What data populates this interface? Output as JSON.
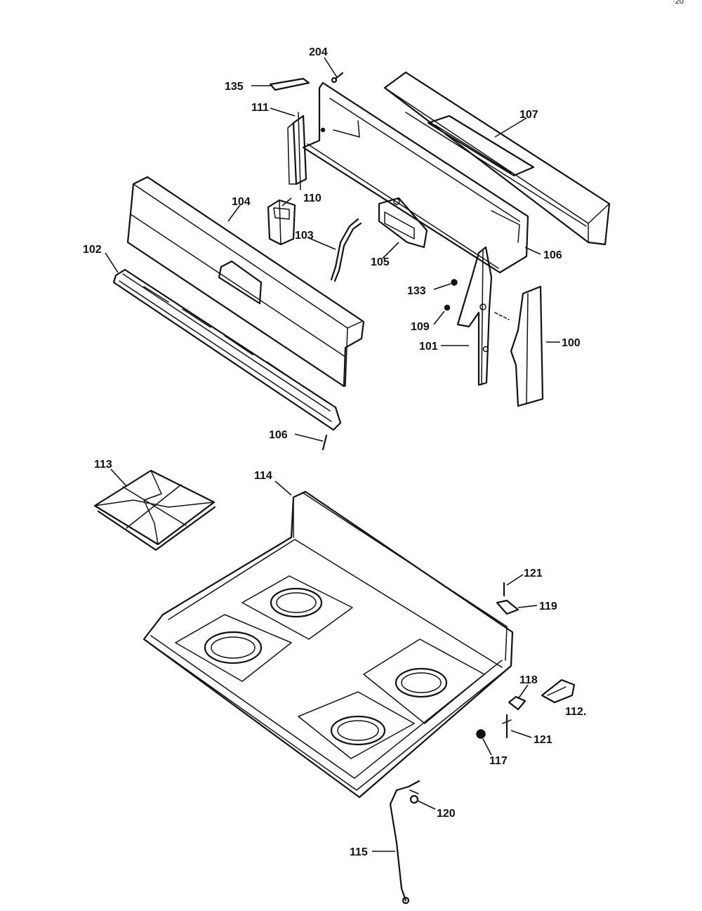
{
  "callouts": {
    "c204": "204",
    "c135": "135",
    "c111": "111",
    "c107": "107",
    "c110": "110",
    "c104": "104",
    "c102": "102",
    "c103": "103",
    "c105": "105",
    "c106a": "106",
    "c133": "133",
    "c109": "109",
    "c101": "101",
    "c100": "100",
    "c106b": "106",
    "c113": "113",
    "c114": "114",
    "c121a": "121",
    "c119": "119",
    "c118": "118",
    "c112": "112.",
    "c121b": "121",
    "c117": "117",
    "c120": "120",
    "c115": "115"
  },
  "corner_mark": "·20"
}
